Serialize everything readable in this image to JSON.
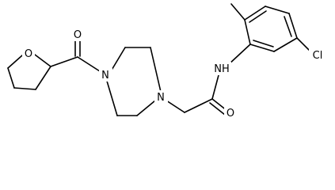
{
  "molecule": {
    "atom_labels": {
      "o_ring": "O",
      "o_ketone": "O",
      "n_piperazine_top": "N",
      "n_piperazine_bottom": "N",
      "nh_amide": "NH",
      "o_amide": "O",
      "cl": "Cl"
    }
  },
  "colors": {
    "bond": "#000000",
    "label": "#000000",
    "background": "#ffffff"
  }
}
